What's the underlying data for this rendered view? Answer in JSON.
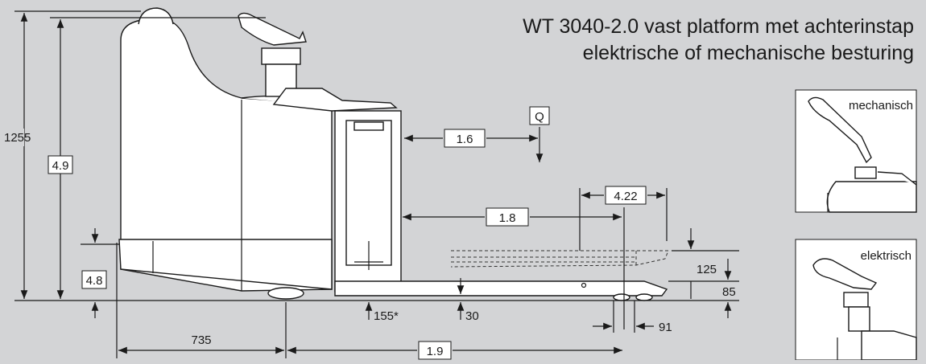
{
  "title": {
    "line1": "WT 3040-2.0 vast platform met achterinstap",
    "line2": "elektrische of mechanische besturing"
  },
  "dimensions": {
    "h1255": "1255",
    "ref_4_9": "4.9",
    "ref_4_8": "4.8",
    "ref_1_6": "1.6",
    "ref_q": "Q",
    "ref_1_8": "1.8",
    "ref_4_22": "4.22",
    "h125": "125",
    "h85": "85",
    "d155": "155*",
    "d30": "30",
    "d91": "91",
    "l735": "735",
    "ref_1_9": "1.9"
  },
  "insets": {
    "mechanical_label": "mechanisch",
    "electric_label": "elektrisch"
  }
}
